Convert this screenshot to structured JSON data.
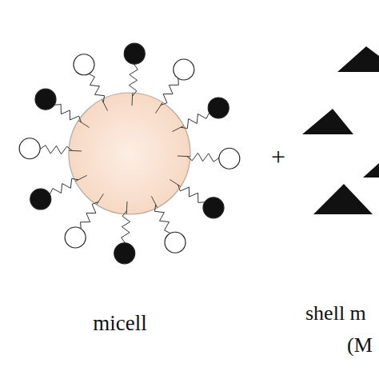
{
  "diagram": {
    "labels": [
      "micell",
      "+",
      "shell m",
      "(M"
    ]
  }
}
